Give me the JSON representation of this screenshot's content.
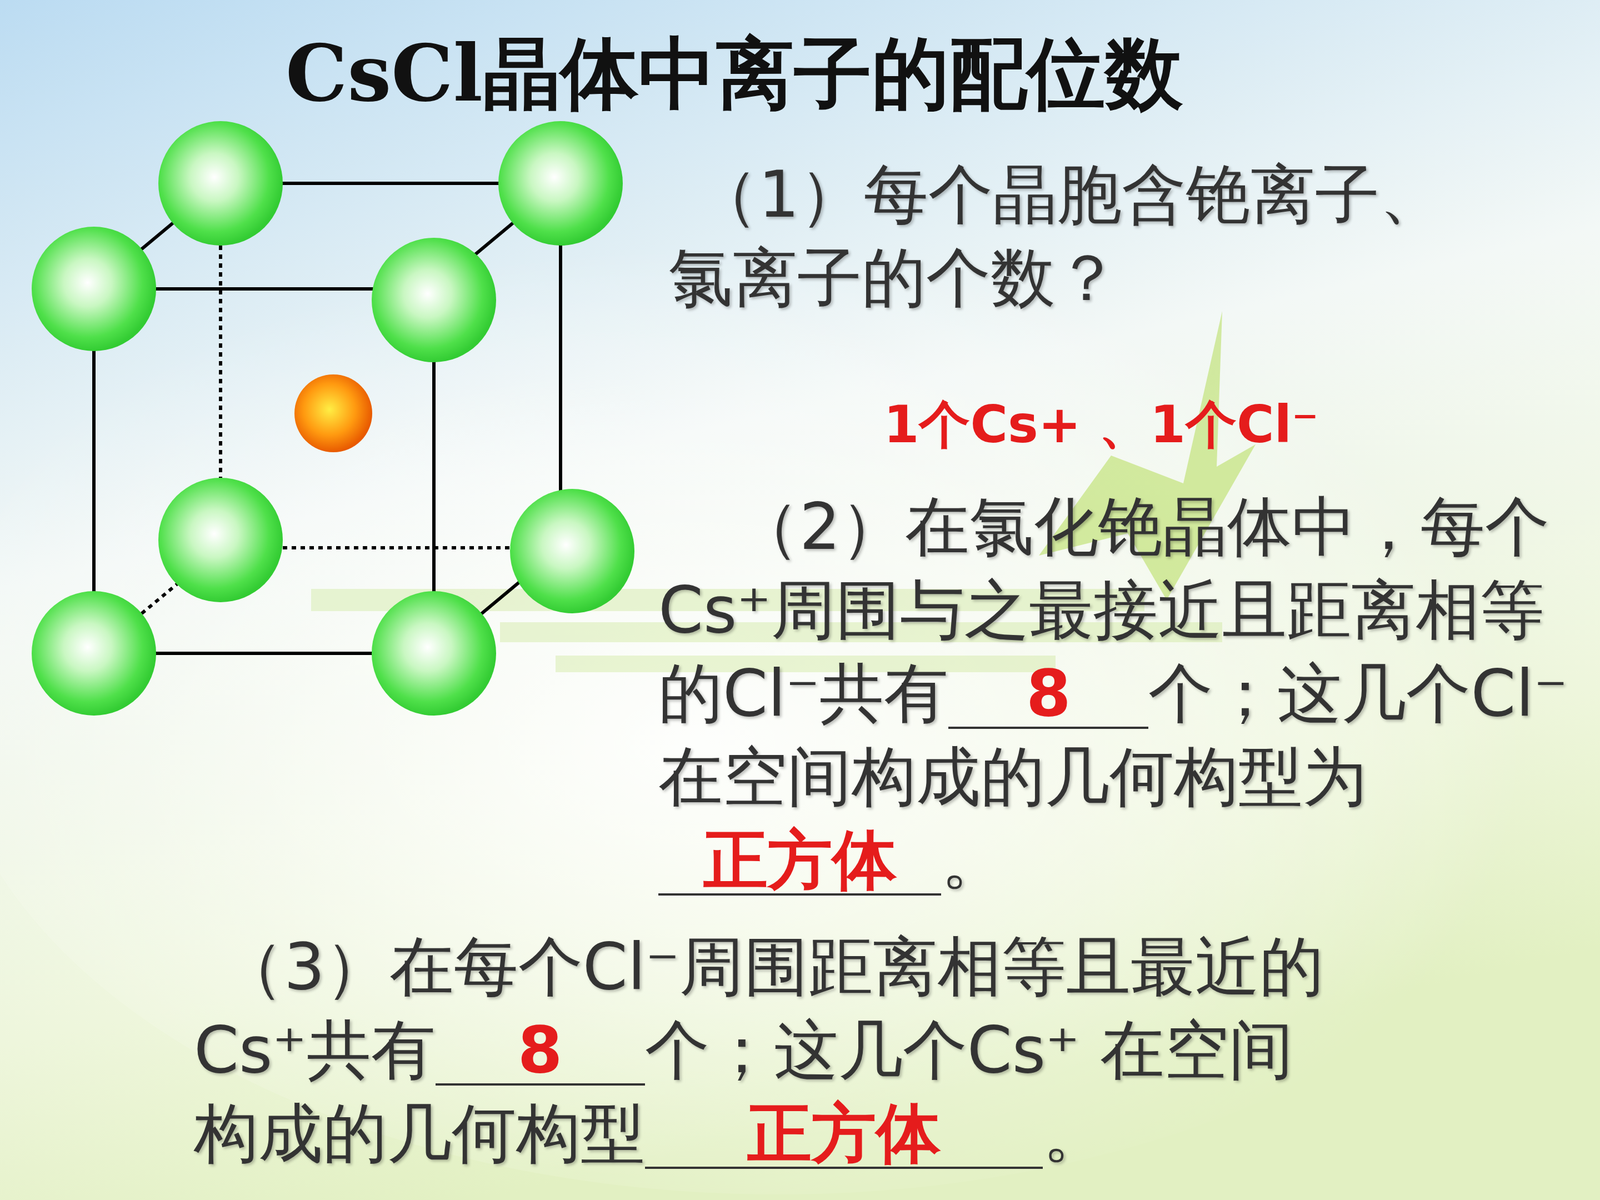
{
  "diagram": {
    "title": "CsCl晶体中离子的配位数",
    "labels": [
      "（1）每个晶胞含铯离子、氯离子的个数？",
      "1个Cs+ 、1个Cl⁻",
      "（2）在氯化铯晶体中，每个Cs⁺周围与之最接近且距离相等的Cl⁻共有",
      "8",
      "个；这几个Cl⁻在空间构成的几何构型为",
      "正方体",
      "。",
      "（3）在每个Cl⁻周围距离相等且最近的Cs⁺共有",
      "8",
      "个；这几个Cs⁺ 在空间构成的几何构型",
      "正方体",
      "。"
    ]
  }
}
